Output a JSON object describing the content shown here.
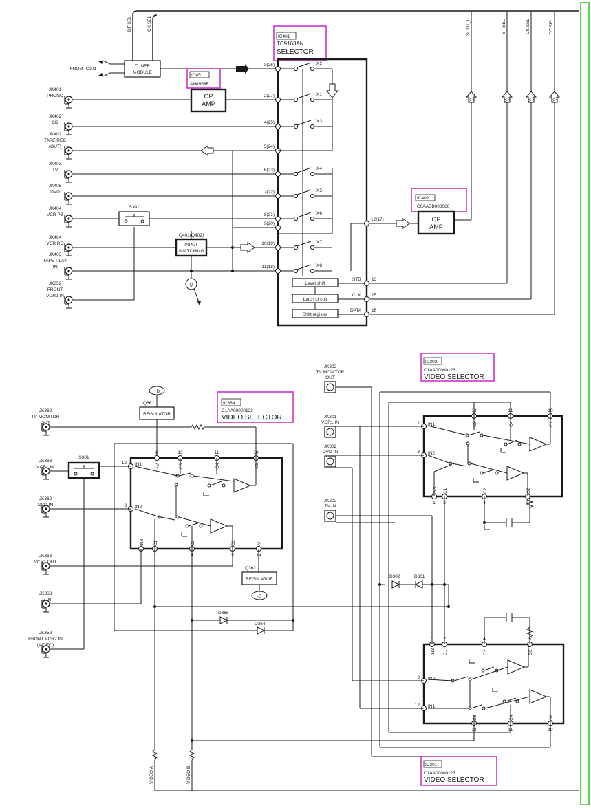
{
  "frame": {
    "border_color": "#33cc33"
  },
  "top_buses": {
    "dt_sel": "DT SEL",
    "ck_sel": "CK SEL",
    "sout_l": "SOUT_L",
    "st_sel": "ST SEL",
    "ck_sel_r": "CK SEL",
    "dt_sel_r": "DT SEL"
  },
  "from_ic901": "FROM IC901",
  "tuner": {
    "line1": "TUNER",
    "line2": "MODULE"
  },
  "ic451": {
    "ref": "IC451",
    "part": "AN6558F",
    "amp1": "OP",
    "amp2": "AMP"
  },
  "ic401": {
    "ref": "IC401",
    "part": "TC9163AN",
    "func": "SELECTOR",
    "pins_left": [
      "3(26)",
      "2(27)",
      "4(25)",
      "5(24)",
      "6(23)",
      "7(22)",
      "8(21)",
      "9(20)",
      "10(19)",
      "11(18)"
    ],
    "switches": [
      "X2",
      "X1",
      "X3",
      "X4",
      "X5",
      "X6",
      "X7",
      "X8"
    ],
    "out_pin": "12(17)",
    "blocks": [
      "Level shift",
      "Latch circuit",
      "Shift register"
    ],
    "ctrl": [
      "STB",
      "CLK",
      "DATA"
    ],
    "ctrl_pins": [
      "13",
      "15",
      "16"
    ]
  },
  "ic402": {
    "ref": "IC402",
    "part": "C0AABB000086",
    "amp1": "OP",
    "amp2": "AMP"
  },
  "audio_jacks": [
    {
      "ref": "JK401",
      "name": "PHONO"
    },
    {
      "ref": "JK402",
      "name": "CD"
    },
    {
      "ref": "JK402",
      "name": "TAPE REC",
      "sub": "(OUT)"
    },
    {
      "ref": "JK403",
      "name": "TV"
    },
    {
      "ref": "JK405",
      "name": "DVD"
    },
    {
      "ref": "JK404",
      "name": "VCR PB"
    },
    {
      "ref": "JK404",
      "name": "VCR RO"
    },
    {
      "ref": "JK403",
      "name": "TAPE PLAY",
      "sub": "(IN)"
    },
    {
      "ref": "JK352",
      "name": "FRONT",
      "sub": "VCR2 IN"
    }
  ],
  "s301_top": "S301",
  "q401": {
    "ref": "Q401(Q402)",
    "line1": "INPUT",
    "line2": "SWITCHING",
    "marker": "Q"
  },
  "ic364": {
    "ref": "IC364",
    "part": "C1AA00000123",
    "func": "VIDEO SELECTOR"
  },
  "ic302": {
    "ref": "IC302",
    "part": "C1AA00000123",
    "func": "VIDEO SELECTOR"
  },
  "ic301": {
    "ref": "IC301",
    "part": "C1AA00000123",
    "func": "VIDEO SELECTOR"
  },
  "plus_b": "+B",
  "minus_b": "-B",
  "q361": {
    "ref": "Q361",
    "label": "REGULATOR"
  },
  "q362": {
    "ref": "Q362",
    "label": "REGULATOR"
  },
  "s301_bottom": "S301",
  "left_video_jacks": [
    {
      "ref": "JK362",
      "name": "TV MONITOR",
      "sub": "OUT"
    },
    {
      "ref": "JK363",
      "name": "VCR1 IN"
    },
    {
      "ref": "JK362",
      "name": "DVD IN"
    },
    {
      "ref": "JK363",
      "name": "VCR1 OUT"
    },
    {
      "ref": "JK363",
      "name": "TV IN"
    },
    {
      "ref": "JK352",
      "name": "FRONT VCR2 IN",
      "sub": "(VIDEO)"
    }
  ],
  "right_video_jacks": [
    {
      "ref": "JK302",
      "name": "TV MONITOR",
      "sub": "OUT"
    },
    {
      "ref": "JK301",
      "name": "VCR1 IN"
    },
    {
      "ref": "JK302",
      "name": "DVD IN"
    },
    {
      "ref": "JK302",
      "name": "TV IN"
    }
  ],
  "ic364_pins": {
    "top": [
      "8",
      "13",
      "11",
      "10"
    ],
    "top_names": [
      "+V",
      "C3",
      "C4",
      "O1"
    ],
    "left": [
      "12",
      "3"
    ],
    "left_names": [
      "IN1",
      "IN2"
    ],
    "bottom": [
      "1",
      "2",
      "4",
      "5",
      "14"
    ],
    "bottom_names": [
      "IN3",
      "C1",
      "C2",
      "O2",
      "-V"
    ]
  },
  "ic302_pins": {
    "top": [
      "13",
      "11",
      "10"
    ],
    "top_names": [
      "C3",
      "C4",
      "O1"
    ],
    "left": [
      "12",
      "3"
    ],
    "left_names": [
      "IN1",
      "IN2"
    ],
    "bottom": [
      "1",
      "2",
      "4",
      "5"
    ],
    "bottom_names": [
      "IN3",
      "C1",
      "C2",
      "O2"
    ]
  },
  "ic301_pins": {
    "top": [
      "1",
      "2",
      "4",
      "5"
    ],
    "top_names": [
      "IN3",
      "C1",
      "C2",
      "O2"
    ],
    "left": [
      "3",
      "12"
    ],
    "left_names": [
      "IN2",
      "IN1"
    ],
    "bottom": [
      "13",
      "11",
      "10"
    ],
    "bottom_names": [
      "C3",
      "C4",
      "O1"
    ]
  },
  "diodes": [
    "D365",
    "D364",
    "D302",
    "D301"
  ],
  "video_a": "VIDEO A",
  "video_b": "VIDEO B"
}
